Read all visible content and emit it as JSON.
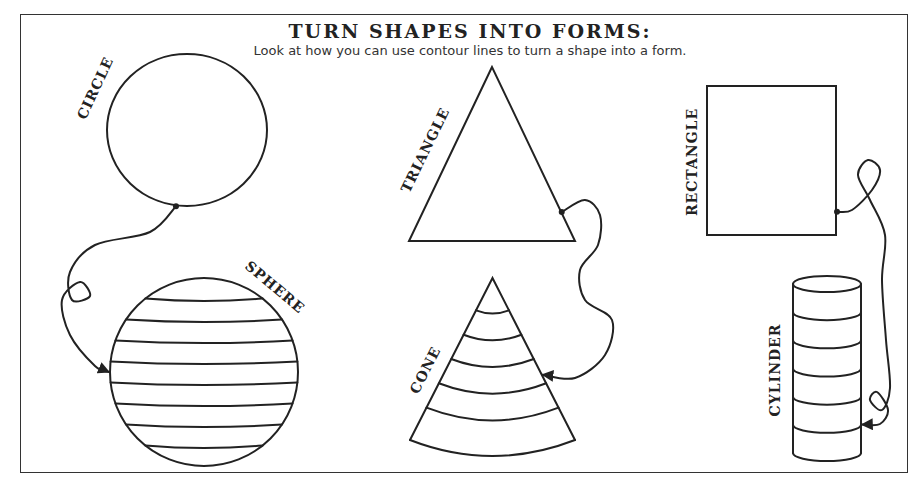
{
  "diagram": {
    "title": "TURN SHAPES INTO FORMS:",
    "nodes": [
      {
        "text": [
          "CIRCLE"
        ]
      },
      {
        "text": [
          "TRIANGLE"
        ]
      },
      {
        "text": [
          "RECTANGLE"
        ]
      },
      {
        "text": [
          "SPHERE"
        ]
      },
      {
        "text": [
          "CONE"
        ]
      },
      {
        "text": [
          "CYLINDER"
        ]
      }
    ],
    "edges": [
      {
        "from": 0,
        "to": 3,
        "arrow": "to"
      },
      {
        "from": 1,
        "to": 4,
        "arrow": "to"
      },
      {
        "from": 2,
        "to": 5,
        "arrow": "to"
      }
    ],
    "labels": [
      "Look at how you can use contour lines to turn a shape into a form."
    ]
  }
}
